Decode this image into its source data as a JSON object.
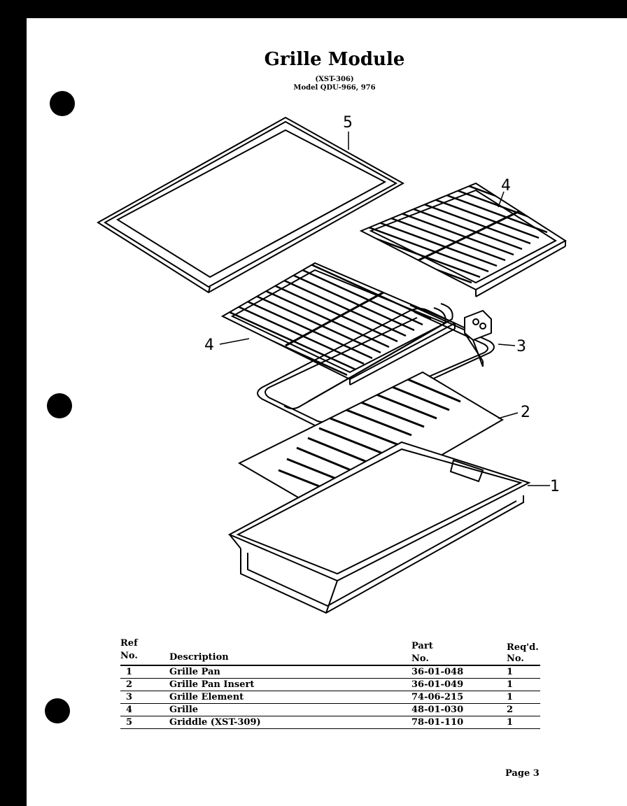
{
  "document": {
    "title": "Grille Module",
    "subtitle_1": "(XST-306)",
    "subtitle_2": "Model QDU-966, 976",
    "page_label": "Page 3"
  },
  "diagram": {
    "callouts": [
      "5",
      "4",
      "4",
      "3",
      "2",
      "1"
    ]
  },
  "parts_table": {
    "headers": {
      "ref_top": "Ref",
      "ref_bottom": "No.",
      "description": "Description",
      "part_top": "Part",
      "part_bottom": "No.",
      "reqd_top": "Req'd.",
      "reqd_bottom": "No."
    },
    "rows": [
      {
        "ref": "1",
        "description": "Grille Pan",
        "part_no": "36-01-048",
        "reqd": "1"
      },
      {
        "ref": "2",
        "description": "Grille Pan Insert",
        "part_no": "36-01-049",
        "reqd": "1"
      },
      {
        "ref": "3",
        "description": "Grille Element",
        "part_no": "74-06-215",
        "reqd": "1"
      },
      {
        "ref": "4",
        "description": "Grille",
        "part_no": "48-01-030",
        "reqd": "2"
      },
      {
        "ref": "5",
        "description": "Griddle (XST-309)",
        "part_no": "78-01-110",
        "reqd": "1"
      }
    ]
  }
}
